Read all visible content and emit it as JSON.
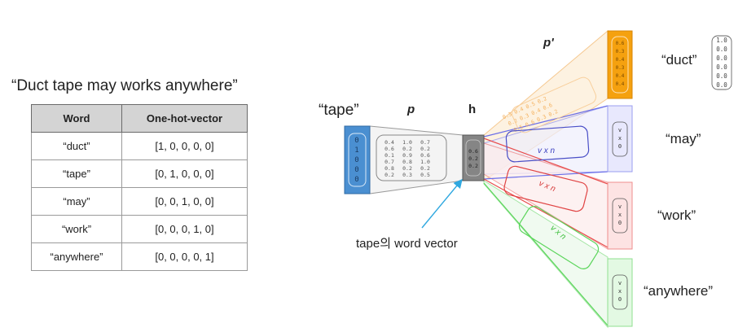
{
  "sentence": "“Duct tape may works anywhere”",
  "table": {
    "headers": [
      "Word",
      "One-hot-vector"
    ],
    "rows": [
      [
        "“duct”",
        "[1, 0, 0, 0, 0]"
      ],
      [
        "“tape”",
        "[0, 1, 0, 0, 0]"
      ],
      [
        "“may”",
        "[0, 0, 1, 0, 0]"
      ],
      [
        "“work”",
        "[0, 0, 0, 1, 0]"
      ],
      [
        "“anywhere”",
        "[0, 0, 0, 0, 1]"
      ]
    ]
  },
  "diagram": {
    "input_word": "“tape”",
    "input_vector": [
      "0",
      "1",
      "0",
      "0",
      "0"
    ],
    "p_label": "p",
    "p_matrix": [
      [
        "0.4",
        "1.0",
        "0.7"
      ],
      [
        "0.6",
        "0.2",
        "0.2"
      ],
      [
        "0.1",
        "0.9",
        "0.6"
      ],
      [
        "0.7",
        "0.8",
        "1.0"
      ],
      [
        "0.8",
        "0.2",
        "0.2"
      ],
      [
        "0.2",
        "0.3",
        "0.5"
      ]
    ],
    "h_label": "h",
    "h_vector": [
      "0.6",
      "0.2",
      "0.2"
    ],
    "p_prime_label": "p'",
    "pprime_lines": [
      "0.3  0.4  0.5  0.2",
      "0.2  0.3  0.4  0.6",
      "0.5  0.6  0.3  0.2"
    ],
    "vxn_label": "v x n",
    "word_vector_caption": "tape의 word vector",
    "outputs": [
      {
        "word": "“duct”",
        "values": [
          "0.6",
          "0.3",
          "0.4",
          "0.3",
          "0.4",
          "0.4"
        ],
        "color": "#f5a10f"
      },
      {
        "word": "“may”",
        "values": [
          "v",
          "x",
          "0"
        ],
        "color": "#e3e3ff"
      },
      {
        "word": "“work”",
        "values": [
          "v",
          "x",
          "0"
        ],
        "color": "#fde1e1"
      },
      {
        "word": "“anywhere”",
        "values": [
          "v",
          "x",
          "0"
        ],
        "color": "#e1f8e1"
      }
    ],
    "duct_onehot": [
      "1.0",
      "0.0",
      "0.0",
      "0.0",
      "0.0",
      "0.0"
    ],
    "colors": {
      "input": "#4a8fd1",
      "hidden": "#858585",
      "orange": "#f5a623",
      "blue": "#6a6ee8",
      "red": "#e84d4d",
      "green": "#5cd65c",
      "arrow": "#2fa8e0"
    }
  }
}
